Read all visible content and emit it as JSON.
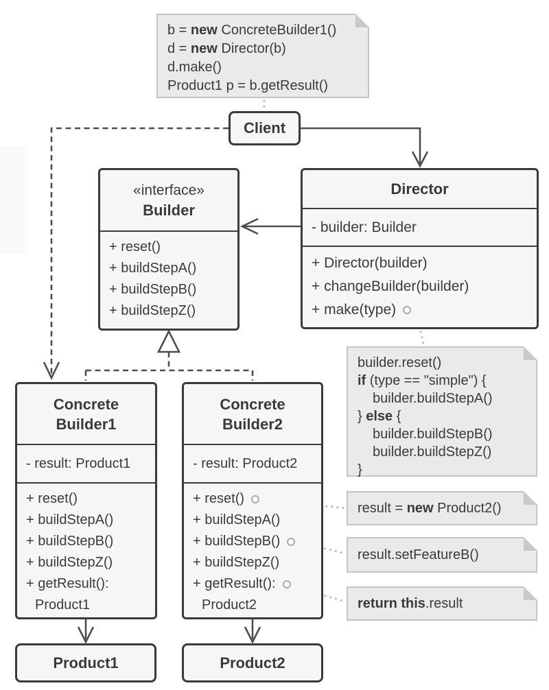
{
  "colors": {
    "box_fill": "#f6f6f6",
    "box_border": "#3a3a3a",
    "text": "#3a3a3a",
    "note_fill": "#eaeaea",
    "note_border": "#c4c4c4",
    "connector": "#4d4d4d",
    "note_connector": "#bdbdbd"
  },
  "client": {
    "title": "Client"
  },
  "builder": {
    "stereotype": "«interface»",
    "name": "Builder",
    "methods": [
      "+ reset()",
      "+ buildStepA()",
      "+ buildStepB()",
      "+ buildStepZ()"
    ]
  },
  "director": {
    "name": "Director",
    "attribute": "- builder: Builder",
    "methods": [
      "+ Director(builder)",
      "+ changeBuilder(builder)",
      "+ make(type)"
    ]
  },
  "concrete_builder1": {
    "name_line1": "Concrete",
    "name_line2": "Builder1",
    "attribute": "- result: Product1",
    "methods": [
      "+ reset()",
      "+ buildStepA()",
      "+ buildStepB()",
      "+ buildStepZ()",
      "+ getResult():"
    ],
    "return_type": "Product1"
  },
  "concrete_builder2": {
    "name_line1": "Concrete",
    "name_line2": "Builder2",
    "attribute": "- result: Product2",
    "methods": [
      "+ reset()",
      "+ buildStepA()",
      "+ buildStepB()",
      "+ buildStepZ()",
      "+ getResult():"
    ],
    "return_type": "Product2"
  },
  "product1": {
    "name": "Product1"
  },
  "product2": {
    "name": "Product2"
  },
  "notes": {
    "client_code": {
      "l1a": "b = ",
      "l1b": "new",
      "l1c": " ConcreteBuilder1()",
      "l2a": "d = ",
      "l2b": "new",
      "l2c": " Director(b)",
      "l3": "d.make()",
      "l4": "Product1 p = b.getResult()"
    },
    "make_code": {
      "l1": "builder.reset()",
      "l2a": "if",
      "l2b": " (type == \"simple\") {",
      "l3": "builder.buildStepA()",
      "l4a": "} ",
      "l4b": "else",
      "l4c": " {",
      "l5": "builder.buildStepB()",
      "l6": "builder.buildStepZ()",
      "l7": "}"
    },
    "reset_code": {
      "a": "result = ",
      "b": "new",
      "c": " Product2()"
    },
    "feature_code": {
      "a": "result.setFeatureB()"
    },
    "return_code": {
      "a": "return this",
      "b": ".result"
    }
  }
}
